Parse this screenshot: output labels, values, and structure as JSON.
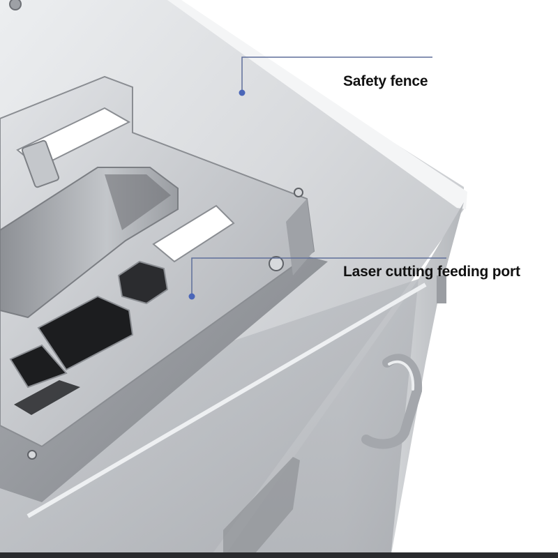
{
  "photo": {
    "subject": "stainless steel machine top with feeding port",
    "colors": {
      "accent_line": "#5e6e9a",
      "accent_dot": "#4a66b8",
      "steel_light": "#e4e6e9",
      "steel_mid": "#b9bcc1",
      "steel_dark": "#7d8086"
    }
  },
  "callouts": [
    {
      "id": "safety-fence",
      "label": "Safety fence"
    },
    {
      "id": "feeding-port",
      "label": "Laser cutting feeding port"
    }
  ]
}
